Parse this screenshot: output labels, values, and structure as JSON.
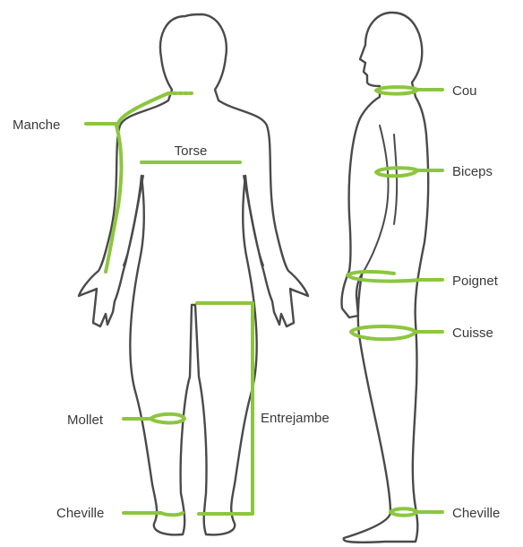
{
  "colors": {
    "accent": "#8cc63f",
    "outline": "#4a4a4a",
    "text": "#3a3a3a"
  },
  "front_labels": {
    "sleeve": "Manche",
    "torso": "Torse",
    "inseam": "Entrejambe",
    "calf": "Mollet",
    "ankle": "Cheville"
  },
  "side_labels": {
    "neck": "Cou",
    "biceps": "Biceps",
    "wrist": "Poignet",
    "thigh": "Cuisse",
    "ankle": "Cheville"
  }
}
